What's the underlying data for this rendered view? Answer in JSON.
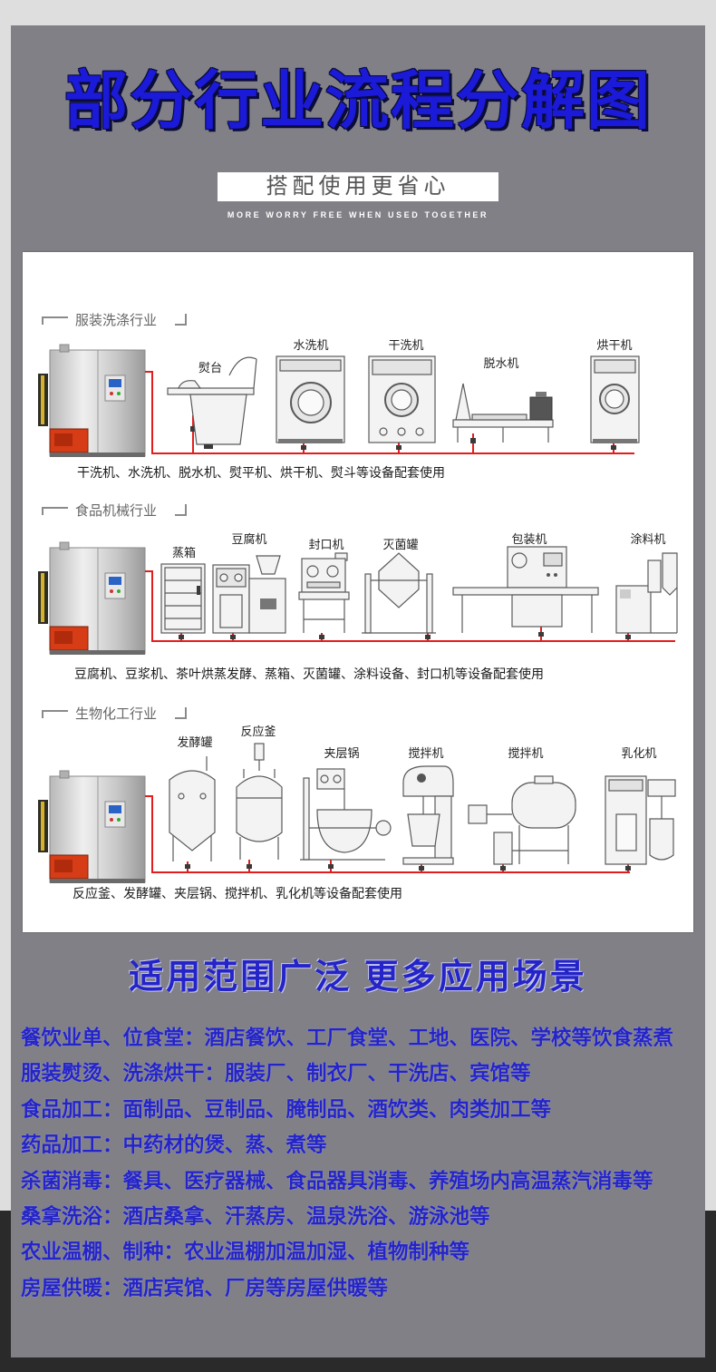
{
  "header": {
    "title": "部分行业流程分解图",
    "subtitle": "搭配使用更省心",
    "subtitle_en": "MORE WORRY FREE WHEN USED TOGETHER"
  },
  "diagram": {
    "sections": [
      {
        "label": "服装洗涤行业",
        "machines": [
          "熨台",
          "水洗机",
          "干洗机",
          "脱水机",
          "烘干机"
        ],
        "caption": "干洗机、水洗机、脱水机、熨平机、烘干机、熨斗等设备配套使用"
      },
      {
        "label": "食品机械行业",
        "machines": [
          "蒸箱",
          "豆腐机",
          "封口机",
          "灭菌罐",
          "包装机",
          "涂料机"
        ],
        "caption": "豆腐机、豆浆机、茶叶烘蒸发酵、蒸箱、灭菌罐、涂料设备、封口机等设备配套使用"
      },
      {
        "label": "生物化工行业",
        "machines": [
          "发酵罐",
          "反应釜",
          "夹层锅",
          "搅拌机",
          "搅拌机",
          "乳化机"
        ],
        "caption": "反应釜、发酵罐、夹层锅、搅拌机、乳化机等设备配套使用"
      }
    ]
  },
  "applications": {
    "heading": "适用范围广泛 更多应用场景",
    "items": [
      "餐饮业单、位食堂：酒店餐饮、工厂食堂、工地、医院、学校等饮食蒸煮",
      "服装熨烫、洗涤烘干：服装厂、制衣厂、干洗店、宾馆等",
      "食品加工：面制品、豆制品、腌制品、酒饮类、肉类加工等",
      "药品加工：中药材的煲、蒸、煮等",
      "杀菌消毒：餐具、医疗器械、食品器具消毒、养殖场内高温蒸汽消毒等",
      "桑拿洗浴：酒店桑拿、汗蒸房、温泉洗浴、游泳池等",
      "农业温棚、制种：农业温棚加温加湿、植物制种等",
      "房屋供暖：酒店宾馆、厂房等房屋供暖等"
    ]
  },
  "colors": {
    "frame": "#808086",
    "title_blue": "#1a1ad8",
    "text_blue": "#2424c8",
    "pipe": "#e21d1d"
  }
}
